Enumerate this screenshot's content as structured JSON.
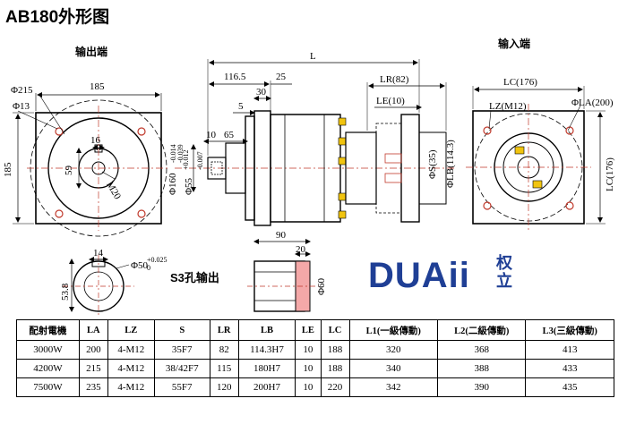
{
  "title": "AB180外形图",
  "views": {
    "output_end_label": "输出端",
    "input_end_label": "输入端",
    "shaft_output_label": "S3孔输出"
  },
  "dims_output": {
    "phi215": "Φ215",
    "phi13": "Φ13",
    "w185": "185",
    "h185": "185",
    "d16": "16",
    "d59": "59",
    "m20": "M20"
  },
  "dims_side": {
    "L": "L",
    "d116_5": "116.5",
    "d25": "25",
    "d30": "30",
    "d5": "5",
    "d10": "10",
    "d65": "65",
    "phi160": "Φ160",
    "phi160_tol_top": "-0.014",
    "phi160_tol_bot": "-0.039",
    "phi55": "Φ55",
    "phi55_tol_top": "+0.012",
    "phi55_tol_bot": "-0.007",
    "LR": "LR(82)",
    "LE": "LE(10)",
    "phiS": "ΦS(35)",
    "phiLB": "ΦLB(114.3)"
  },
  "dims_input": {
    "LC": "LC(176)",
    "LZ": "LZ(M12)",
    "LA": "ΦLA(200)",
    "LC_v": "LC(176)"
  },
  "dims_shaft": {
    "d14": "14",
    "phi50": "Φ50",
    "phi50_tol": "+0.025",
    "phi50_tol0": "0",
    "d53_8": "53.8"
  },
  "dims_sleeve": {
    "d90": "90",
    "d20": "20",
    "phi60": "Φ60"
  },
  "brand": {
    "latin": "DUAii",
    "cn_top": "权",
    "cn_bot": "立",
    "color": "#1f3f95"
  },
  "table": {
    "headers": [
      "配射電機",
      "LA",
      "LZ",
      "S",
      "LR",
      "LB",
      "LE",
      "LC",
      "L1(一級傳動)",
      "L2(二級傳動)",
      "L3(三級傳動)"
    ],
    "rows": [
      [
        "3000W",
        "200",
        "4-M12",
        "35F7",
        "82",
        "114.3H7",
        "10",
        "188",
        "320",
        "368",
        "413"
      ],
      [
        "4200W",
        "215",
        "4-M12",
        "38/42F7",
        "115",
        "180H7",
        "10",
        "188",
        "340",
        "388",
        "433"
      ],
      [
        "7500W",
        "235",
        "4-M12",
        "55F7",
        "120",
        "200H7",
        "10",
        "220",
        "342",
        "390",
        "435"
      ]
    ]
  }
}
